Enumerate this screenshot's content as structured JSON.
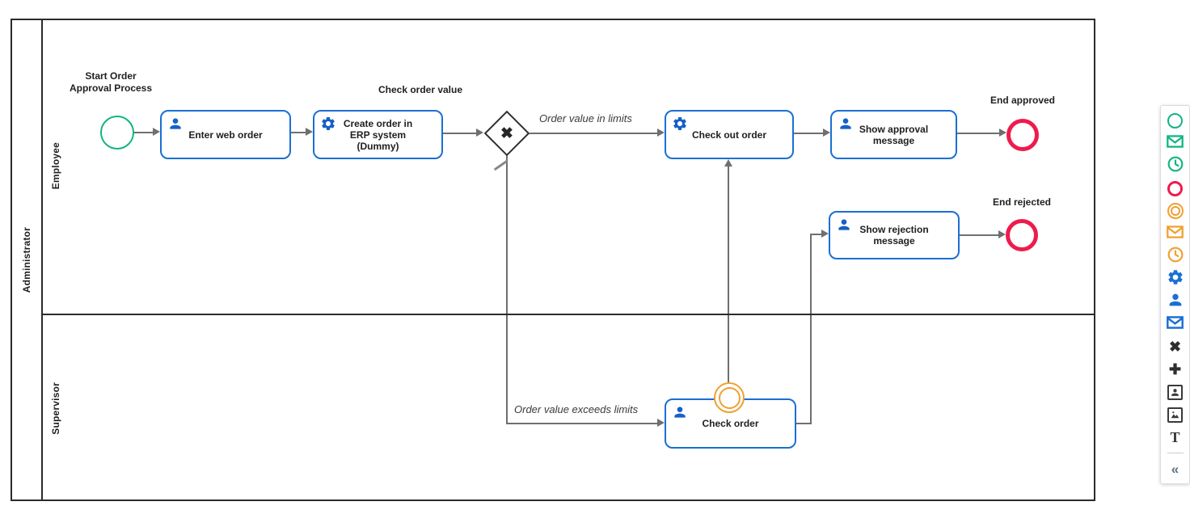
{
  "diagram": {
    "pool_label": "Administrator",
    "lane_top": "Employee",
    "lane_bottom": "Supervisor",
    "start_event_label": "Start Order Approval Process",
    "task_enter_web_order": "Enter web order",
    "task_create_order": "Create order in ERP system (Dummy)",
    "annotation_check_order_value": "Check order value",
    "gateway_marker": "✖",
    "flow_in_limits": "Order value in limits",
    "flow_exceeds_limits": "Order value exceeds limits",
    "task_check_out_order": "Check out order",
    "task_show_approval": "Show approval message",
    "end_approved_label": "End approved",
    "task_show_rejection": "Show rejection message",
    "end_rejected_label": "End rejected",
    "task_check_order": "Check order"
  },
  "palette": {
    "items": [
      {
        "name": "start-event"
      },
      {
        "name": "message-start-event"
      },
      {
        "name": "timer-start-event"
      },
      {
        "name": "end-event"
      },
      {
        "name": "intermediate-event"
      },
      {
        "name": "message-intermediate-event"
      },
      {
        "name": "timer-intermediate-event"
      },
      {
        "name": "service-task"
      },
      {
        "name": "user-task"
      },
      {
        "name": "send-task"
      },
      {
        "name": "exclusive-gateway",
        "glyph": "✖"
      },
      {
        "name": "parallel-gateway",
        "glyph": "✚"
      },
      {
        "name": "user-image"
      },
      {
        "name": "image"
      },
      {
        "name": "text-annotation",
        "glyph": "T"
      },
      {
        "name": "collapse",
        "glyph": "«"
      }
    ]
  },
  "colors": {
    "event_start": "#11b581",
    "event_end": "#ee1b4c",
    "event_intermediate": "#f0a030",
    "task_accent": "#1a6fd4",
    "icon_blue": "#1660c8",
    "connector": "#6f6f6f",
    "pool_border": "#2b2b2b"
  }
}
